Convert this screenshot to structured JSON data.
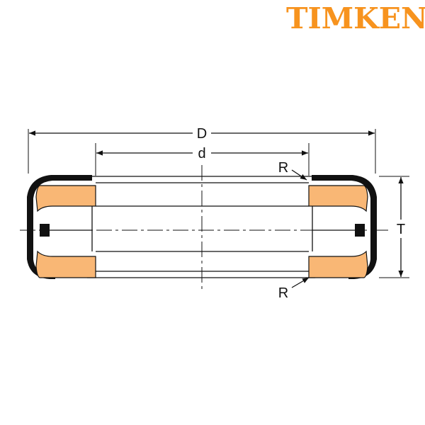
{
  "brand": {
    "name": "TIMKEN",
    "color": "#F7931E"
  },
  "colors": {
    "roller": "#F9B775",
    "line": "#111111",
    "background": "#FFFFFF"
  },
  "dimensions": {
    "outer_diameter_label": "D",
    "inner_diameter_label": "d",
    "width_label": "T",
    "radius_label_top": "R",
    "radius_label_bottom": "R"
  }
}
